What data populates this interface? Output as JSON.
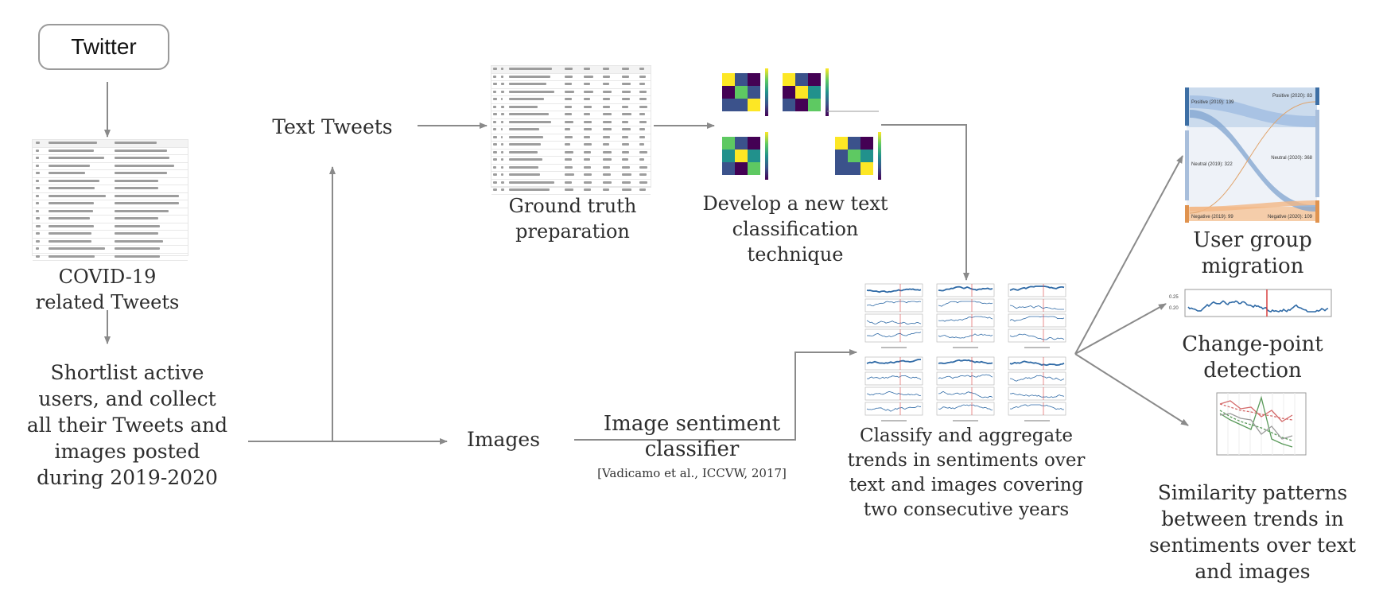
{
  "diagram": {
    "nodes": {
      "twitter": "Twitter",
      "covid_tweets": [
        "COVID-19",
        "related Tweets"
      ],
      "shortlist": [
        "Shortlist active",
        "users, and collect",
        "all their Tweets and",
        "images posted",
        "during 2019-2020"
      ],
      "text_tweets": "Text Tweets",
      "images": "Images",
      "ground_truth": [
        "Ground truth",
        "preparation"
      ],
      "develop": [
        "Develop a new text",
        "classification",
        "technique"
      ],
      "image_classifier": [
        "Image sentiment",
        "classifier"
      ],
      "image_classifier_cite": "[Vadicamo et al., ICCVW, 2017]",
      "classify_aggregate": [
        "Classify and aggregate",
        "trends in sentiments over",
        "text and images covering",
        "two consecutive years"
      ],
      "user_group": [
        "User group",
        "migration"
      ],
      "change_point": [
        "Change-point",
        "detection"
      ],
      "similarity": [
        "Similarity patterns",
        "between trends in",
        "sentiments over text",
        "and images"
      ]
    },
    "sankey_labels": {
      "pos_2019": "Positive (2019): 139",
      "neu_2019": "Neutral (2019): 322",
      "neg_2019": "Negative (2019): 99",
      "pos_2020": "Positive (2020): 83",
      "neu_2020": "Neutral (2020): 368",
      "neg_2020": "Negative (2020): 109"
    },
    "change_point_ticks": [
      "0.25",
      "0.20"
    ],
    "colors": {
      "arrow": "#8a8a8a",
      "positive": "#3d6fa5",
      "neutral": "#c9d7ea",
      "negative": "#e0934f",
      "changepoint": "#d94040",
      "series_blue": "#2f6aa6"
    }
  }
}
